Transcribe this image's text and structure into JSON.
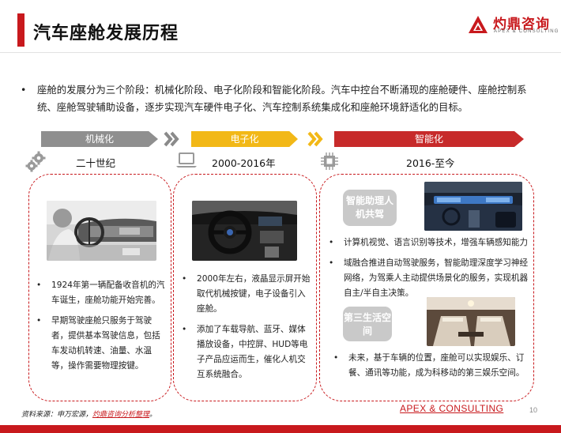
{
  "header": {
    "title": "汽车座舱发展历程",
    "logo_cn": "灼鼎咨询",
    "logo_en": "APEX & CONSULTING"
  },
  "intro": {
    "bullet": "•",
    "text": "座舱的发展分为三个阶段：机械化阶段、电子化阶段和智能化阶段。汽车中控台不断涌现的座舱硬件、座舱控制系统、座舱驾驶辅助设备，逐步实现汽车硬件电子化、汽车控制系统集成化和座舱环境舒适化的目标。"
  },
  "stages": [
    {
      "label": "机械化",
      "period": "二十世纪",
      "bullets": [
        "1924年第一辆配备收音机的汽车诞生，座舱功能开始完善。",
        "早期驾驶座舱只服务于驾驶者，提供基本驾驶信息，包括车发动机转速、油量、水温等，操作需要物理按键。"
      ]
    },
    {
      "label": "电子化",
      "period": "2000-2016年",
      "bullets": [
        "2000年左右，液晶显示屏开始取代机械按键，电子设备引入座舱。",
        "添加了车载导航、蓝牙、媒体播放设备，中控屏、HUD等电子产品应运而生，催化人机交互系统融合。"
      ]
    },
    {
      "label": "智能化",
      "period": "2016-至今",
      "tag1": "智能助理人机共驾",
      "tag2": "第三生活空间",
      "bullets_a": [
        "计算机视觉、语言识别等技术，增强车辆感知能力",
        "域融合推进自动驾驶服务，智能助理深度学习神经网络，为驾乘人主动提供场景化的服务，实现机器自主/半自主决策。"
      ],
      "bullets_b": [
        "未来，基于车辆的位置，座舱可以实现娱乐、订餐、通讯等功能，成为科移动的第三娱乐空间。"
      ]
    }
  ],
  "footer": {
    "source_prefix": "资料来源：申万宏源，",
    "source_highlight": "灼鼎咨询分析整理",
    "source_suffix": "。",
    "brand": "APEX & CONSULTING",
    "page_number": "10"
  },
  "colors": {
    "brand_red": "#c8191d",
    "stage_gray": "#8f8f8f",
    "stage_yellow": "#f2b817",
    "stage_red": "#c72a2a"
  },
  "icons": [
    "gears-icon",
    "laptop-icon",
    "chip-icon",
    "double-chevron-icon"
  ]
}
